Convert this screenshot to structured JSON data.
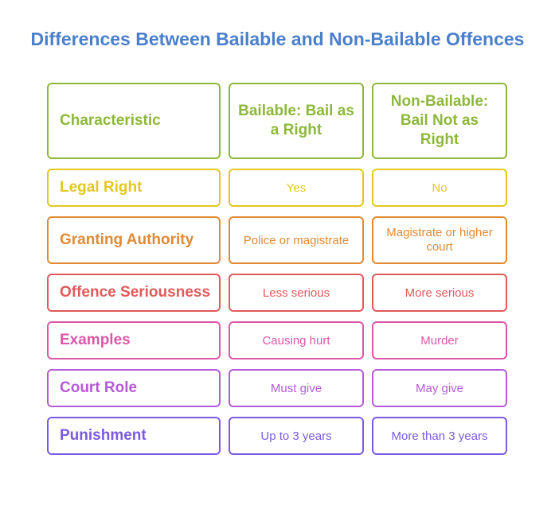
{
  "title": "Differences Between Bailable and Non-Bailable Offences",
  "header": {
    "characteristic": "Characteristic",
    "bailable": "Bailable: Bail as a Right",
    "non_bailable": "Non-Bailable: Bail Not as Right",
    "color": "#8db83a"
  },
  "rows": [
    {
      "characteristic": "Legal Right",
      "bailable": "Yes",
      "non_bailable": "No",
      "color": "#e3c81e"
    },
    {
      "characteristic": "Granting Authority",
      "bailable": "Police or magistrate",
      "non_bailable": "Magistrate or higher court",
      "color": "#e08a35"
    },
    {
      "characteristic": "Offence Seriousness",
      "bailable": "Less serious",
      "non_bailable": "More serious",
      "color": "#e05a5a"
    },
    {
      "characteristic": "Examples",
      "bailable": "Causing hurt",
      "non_bailable": "Murder",
      "color": "#dc57a8"
    },
    {
      "characteristic": "Court Role",
      "bailable": "Must give",
      "non_bailable": "May give",
      "color": "#b55ad6"
    },
    {
      "characteristic": "Punishment",
      "bailable": "Up to 3 years",
      "non_bailable": "More than 3 years",
      "color": "#7b5ae0"
    }
  ]
}
